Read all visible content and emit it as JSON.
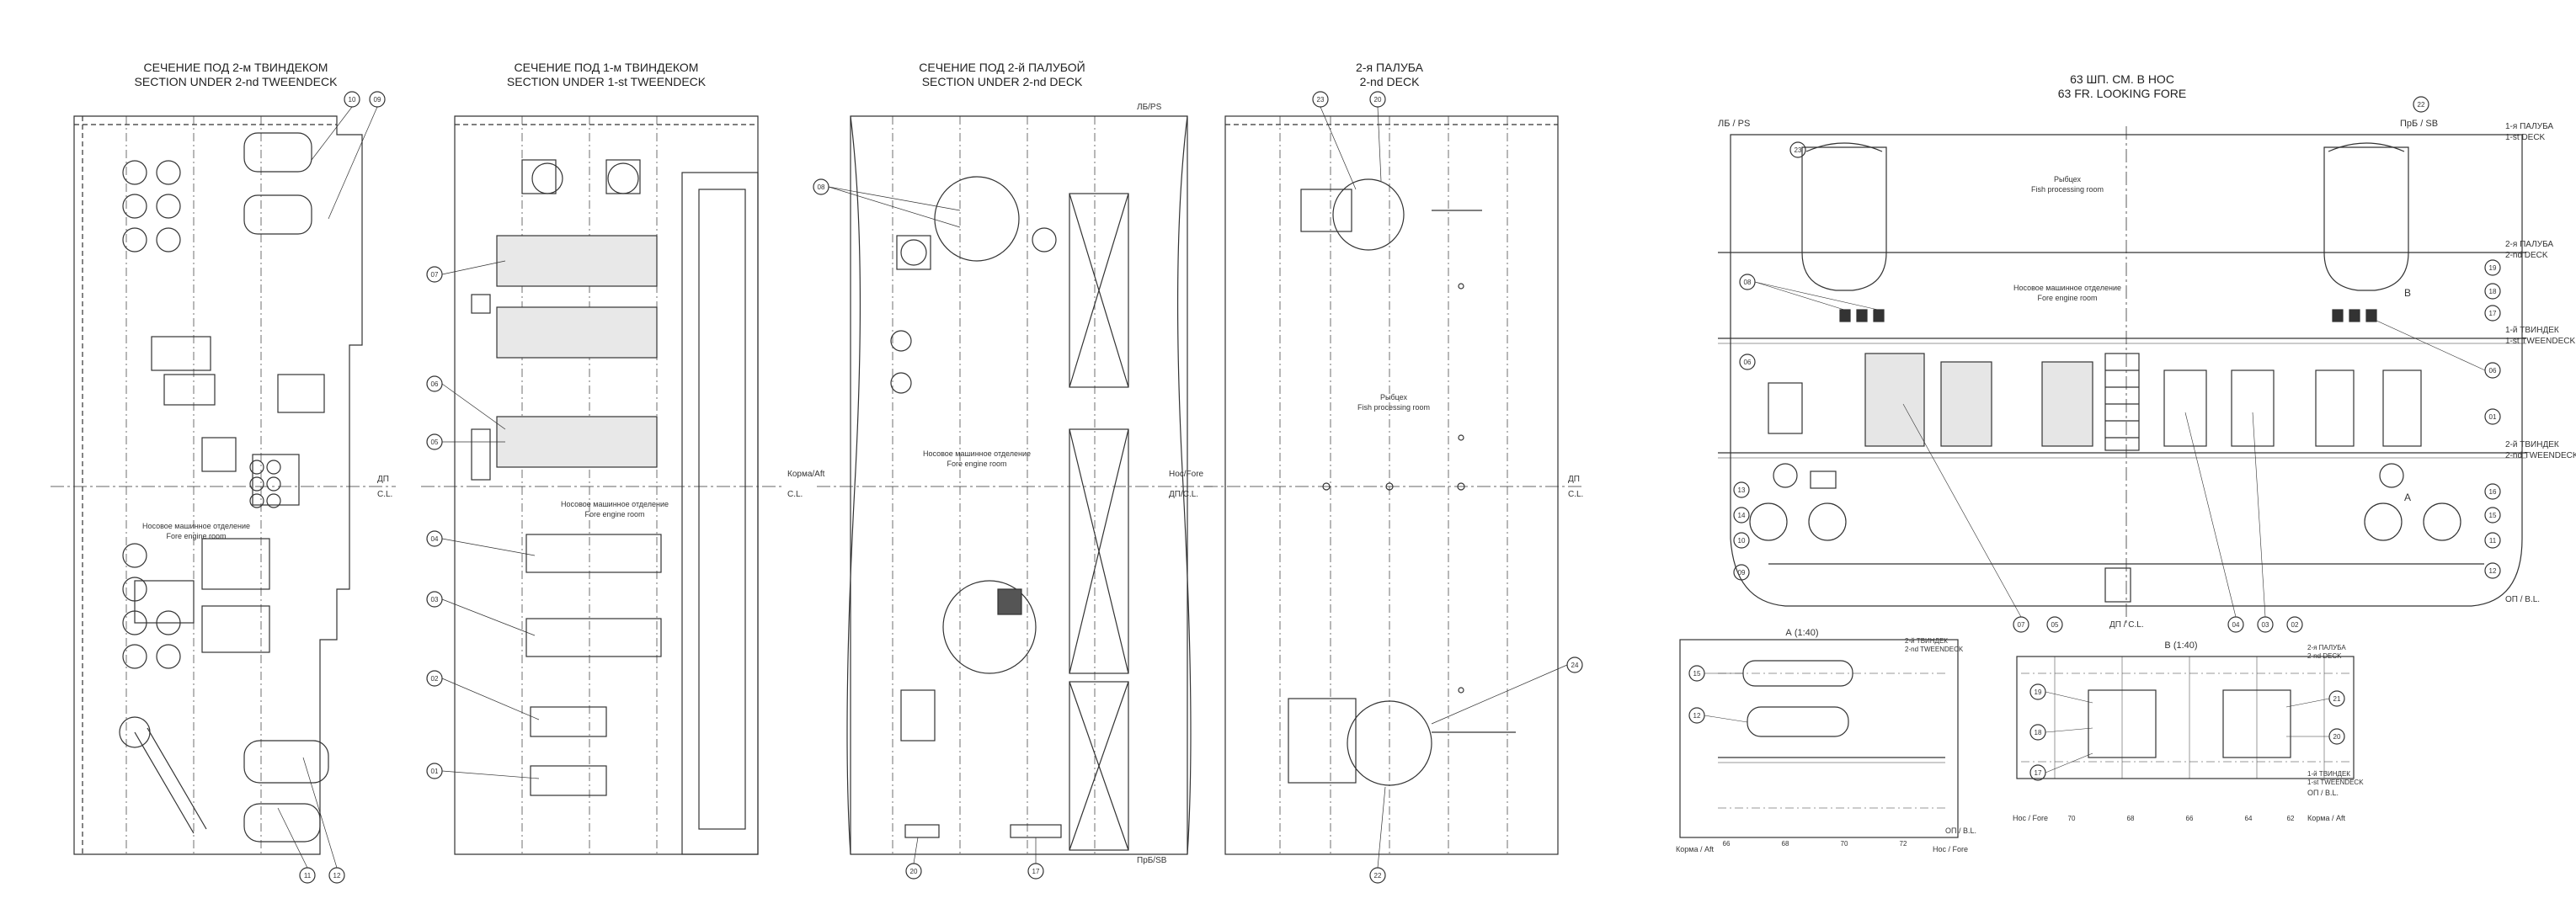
{
  "titles": {
    "view1": {
      "ru": "СЕЧЕНИЕ ПОД 2-м ТВИНДЕКОМ",
      "en": "SECTION UNDER 2-nd TWEENDECK"
    },
    "view2": {
      "ru": "СЕЧЕНИЕ ПОД 1-м ТВИНДЕКОМ",
      "en": "SECTION UNDER 1-st TWEENDECK"
    },
    "view3": {
      "ru": "СЕЧЕНИЕ ПОД 2-й ПАЛУБОЙ",
      "en": "SECTION UNDER 2-nd DECK"
    },
    "view4": {
      "ru": "2-я ПАЛУБА",
      "en": "2-nd DECK"
    },
    "view5": {
      "ru": "63 ШП. СМ. В НОС",
      "en": "63 FR. LOOKING FORE"
    }
  },
  "labels": {
    "fore_engine_room_ru": "Носовое машинное отделение",
    "fore_engine_room_en": "Fore engine room",
    "fish_room_ru": "Рыбцех",
    "fish_room_en": "Fish processing room",
    "dp": "ДП",
    "cl": "C.L.",
    "dp_cl": "ДП / C.L.",
    "korma_aft": "Корма/Aft",
    "nos_fore": "Нос/Fore",
    "dp_cl2": "ДП/C.L.",
    "lb_ps": "ЛБ/PS",
    "pr_sb": "ПрБ/SB",
    "lb_ps2": "ЛБ / PS",
    "pr_sb2": "ПрБ / SB",
    "deck1_ru": "1-я ПАЛУБА",
    "deck1_en": "1-st DECK",
    "deck2_ru": "2-я ПАЛУБА",
    "deck2_en": "2-nd DECK",
    "tw1_ru": "1-й ТВИНДЕК",
    "tw1_en": "1-st TWEENDECK",
    "tw2_ru": "2-й ТВИНДЕК",
    "tw2_en": "2-nd TWEENDECK",
    "op_bl": "ОП / B.L.",
    "detail_a": "А (1:40)",
    "detail_b": "В (1:40)",
    "mark_a": "А",
    "mark_b": "В",
    "korma_aft2": "Корма / Aft",
    "nos_fore2": "Нос / Fore"
  },
  "detail_a_ticks": [
    "66",
    "68",
    "70",
    "72"
  ],
  "detail_b_ticks": [
    "70",
    "68",
    "66",
    "64",
    "62"
  ],
  "callouts": {
    "v1": [
      "10",
      "09",
      "11",
      "12"
    ],
    "v2": [
      "07",
      "06",
      "05",
      "04",
      "03",
      "02",
      "01"
    ],
    "v3": [
      "08",
      "20",
      "17"
    ],
    "v4": [
      "23",
      "20",
      "24",
      "22"
    ],
    "v5": [
      "23",
      "22",
      "08",
      "06",
      "13",
      "14",
      "10",
      "09",
      "19",
      "18",
      "17",
      "16",
      "15",
      "11",
      "12",
      "07",
      "05",
      "04",
      "03",
      "02",
      "06",
      "01"
    ],
    "da": [
      "15",
      "12"
    ],
    "db": [
      "19",
      "18",
      "17",
      "21",
      "20"
    ]
  }
}
